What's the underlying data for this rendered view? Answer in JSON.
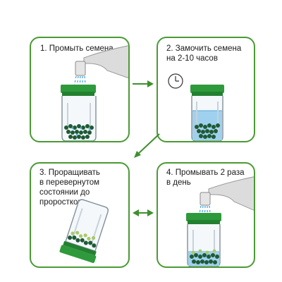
{
  "steps": [
    {
      "label": "1. Промыть семена"
    },
    {
      "label": "2. Замочить семена\nна 2-10 часов"
    },
    {
      "label": "3. Проращивать\nв перевернутом\nсостоянии до проростков"
    },
    {
      "label": "4. Промывать 2 раза\nв день"
    }
  ],
  "colors": {
    "panel_border": "#4b9a35",
    "arrow": "#3f8f2e",
    "lid": "#2e9a3c",
    "glass_outline": "#7f8f99",
    "water": "#9fd1ee",
    "water_stream": "#3aa0e0",
    "seed": "#1f5a36",
    "sprout": "#a9c96a",
    "faucet": "#dcdcdc"
  },
  "icons": [
    "faucet-icon",
    "jar-icon",
    "clock-icon",
    "arrow-icon"
  ]
}
